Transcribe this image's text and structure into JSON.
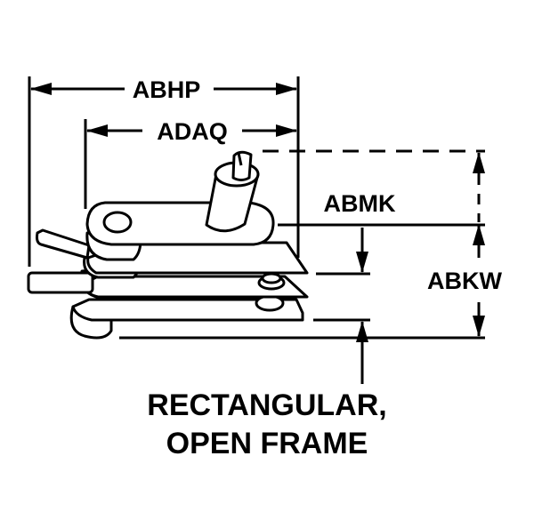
{
  "dimensions": {
    "abhp": "ABHP",
    "adaq": "ADAQ",
    "abmk": "ABMK",
    "abkw": "ABKW"
  },
  "caption": {
    "line1": "RECTANGULAR,",
    "line2": "OPEN FRAME"
  },
  "colors": {
    "ink": "#000000",
    "background": "#ffffff"
  }
}
